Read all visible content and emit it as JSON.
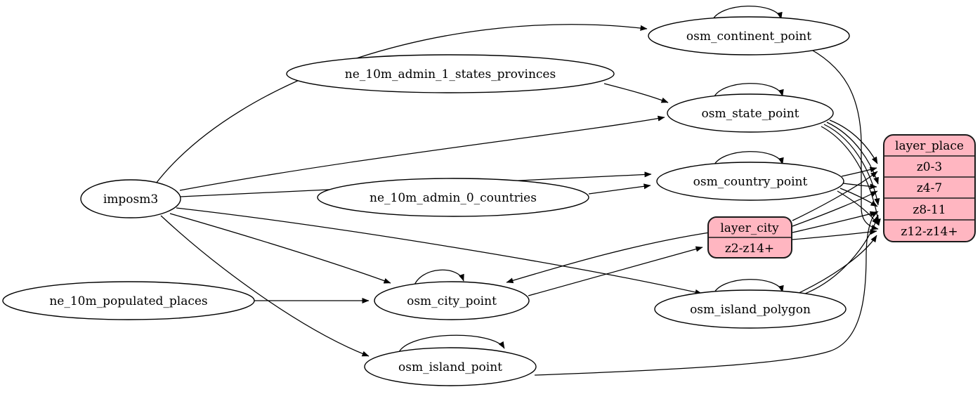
{
  "colors": {
    "layer_fill": "#ffb6c1",
    "table_fill": "#ffffff",
    "edge": "#000000",
    "background": "#ffffff"
  },
  "tables": {
    "imposm3": "imposm3",
    "ne_10m_admin_1_states_provinces": "ne_10m_admin_1_states_provinces",
    "ne_10m_admin_0_countries": "ne_10m_admin_0_countries",
    "ne_10m_populated_places": "ne_10m_populated_places",
    "osm_continent_point": "osm_continent_point",
    "osm_state_point": "osm_state_point",
    "osm_country_point": "osm_country_point",
    "osm_city_point": "osm_city_point",
    "osm_island_polygon": "osm_island_polygon",
    "osm_island_point": "osm_island_point"
  },
  "layer_city": {
    "title": "layer_city",
    "rows": [
      "z2-z14+"
    ]
  },
  "layer_place": {
    "title": "layer_place",
    "rows": [
      "z0-3",
      "z4-7",
      "z8-11",
      "z12-z14+"
    ]
  },
  "edges": [
    "imposm3 -> osm_continent_point",
    "imposm3 -> osm_state_point",
    "imposm3 -> osm_country_point",
    "imposm3 -> osm_city_point",
    "imposm3 -> osm_island_polygon",
    "imposm3 -> osm_island_point",
    "ne_10m_admin_1_states_provinces -> osm_state_point",
    "ne_10m_admin_0_countries -> osm_country_point",
    "ne_10m_populated_places -> osm_city_point",
    "osm_continent_point -> osm_continent_point",
    "osm_state_point -> osm_state_point",
    "osm_country_point -> osm_country_point",
    "osm_city_point -> osm_city_point",
    "osm_island_polygon -> osm_island_polygon",
    "osm_island_point -> osm_island_point",
    "osm_city_point -> layer_city:z2-z14+",
    "layer_city -> osm_city_point",
    "osm_continent_point -> layer_place",
    "osm_state_point -> layer_place:z0-3",
    "osm_state_point -> layer_place:z4-7",
    "osm_state_point -> layer_place:z8-11",
    "osm_state_point -> layer_place:z12-z14+",
    "osm_country_point -> layer_place:z0-3",
    "osm_country_point -> layer_place:z4-7",
    "osm_country_point -> layer_place:z8-11",
    "osm_country_point -> layer_place:z12-z14+",
    "layer_city -> layer_place:z0-3",
    "layer_city -> layer_place:z4-7",
    "layer_city -> layer_place:z8-11",
    "layer_city -> layer_place:z12-z14+",
    "osm_island_polygon -> layer_place:z8-11",
    "osm_island_polygon -> layer_place:z12-z14+",
    "osm_island_point -> layer_place:z12-z14+"
  ]
}
